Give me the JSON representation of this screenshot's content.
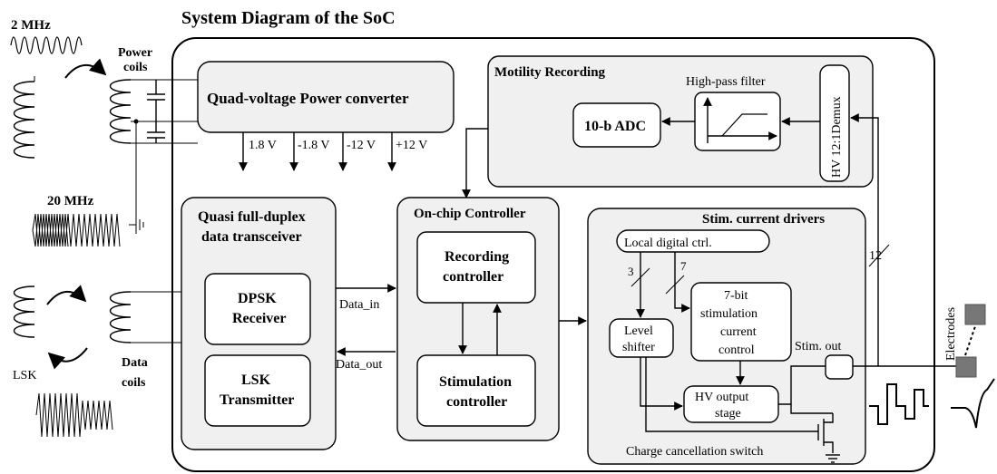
{
  "title": "System Diagram of the SoC",
  "left": {
    "freq_power": "2 MHz",
    "power_coils_line1": "Power",
    "power_coils_line2": "coils",
    "freq_data": "20 MHz",
    "lsk": "LSK",
    "data_coils_line1": "Data",
    "data_coils_line2": "coils"
  },
  "power_converter": {
    "label": "Quad-voltage Power converter",
    "rails": [
      "1.8 V",
      "-1.8 V",
      "-12 V",
      "+12 V"
    ]
  },
  "motility": {
    "title": "Motility Recording",
    "adc": "10-b ADC",
    "hpf": "High-pass filter",
    "demux": "HV 12:1Demux"
  },
  "transceiver": {
    "title_line1": "Quasi full-duplex",
    "title_line2": "data transceiver",
    "rx_line1": "DPSK",
    "rx_line2": "Receiver",
    "tx_line1": "LSK",
    "tx_line2": "Transmitter"
  },
  "signals": {
    "data_in": "Data_in",
    "data_out": "Data_out",
    "bus_12": "12",
    "bus_3": "3",
    "bus_7": "7"
  },
  "controller": {
    "title": "On-chip Controller",
    "rec_line1": "Recording",
    "rec_line2": "controller",
    "stim_line1": "Stimulation",
    "stim_line2": "controller"
  },
  "drivers": {
    "title": "Stim. current drivers",
    "local": "Local digital ctrl.",
    "level_line1": "Level",
    "level_line2": "shifter",
    "cc_line1": "7-bit",
    "cc_line2": "stimulation",
    "cc_line3": "current",
    "cc_line4": "control",
    "hv_line1": "HV output",
    "hv_line2": "stage",
    "stim_out": "Stim. out",
    "charge_cancel": "Charge cancellation switch"
  },
  "electrodes": "Electrodes"
}
